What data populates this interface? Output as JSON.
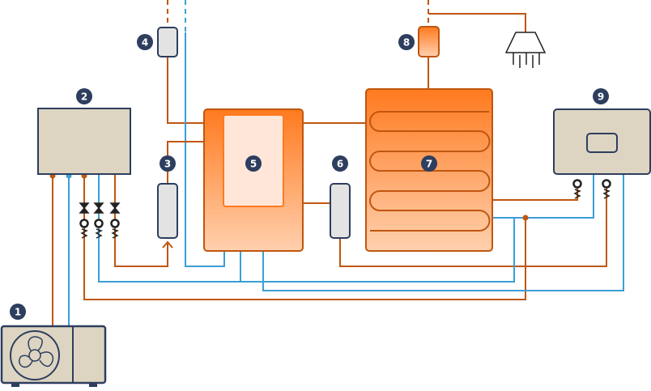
{
  "diagram": {
    "title": "Heat pump hydronic system schematic",
    "colors": {
      "hot_pipe": "#c0560f",
      "cold_pipe": "#3a9fd6",
      "outline": "#2d3e5e",
      "badge": "#2d3e5e",
      "unit_fill": "#ddd5c2",
      "vessel_fill": "#e3e3e3",
      "tank_top": "#ff7a1f",
      "tank_bottom": "#ffd0ae",
      "inner_tank": "#ffe6d8"
    },
    "components": [
      {
        "id": "1",
        "label": "1",
        "name": "outdoor-heat-pump-unit"
      },
      {
        "id": "2",
        "label": "2",
        "name": "indoor-hydraulic-module"
      },
      {
        "id": "3",
        "label": "3",
        "name": "expansion-vessel-heating"
      },
      {
        "id": "4",
        "label": "4",
        "name": "expansion-vessel-dhw"
      },
      {
        "id": "5",
        "label": "5",
        "name": "buffer-tank-with-dhw-tank"
      },
      {
        "id": "6",
        "label": "6",
        "name": "expansion-vessel-secondary"
      },
      {
        "id": "7",
        "label": "7",
        "name": "coil-storage-tank"
      },
      {
        "id": "8",
        "label": "8",
        "name": "dhw-expansion-vessel"
      },
      {
        "id": "9",
        "label": "9",
        "name": "boiler-unit"
      }
    ],
    "fixtures": [
      {
        "name": "shower-head"
      }
    ]
  }
}
